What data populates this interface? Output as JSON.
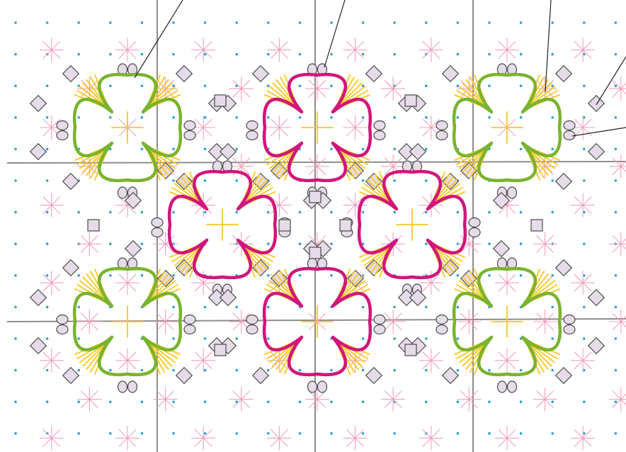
{
  "title": "",
  "colors": {
    "background": "#ffffff",
    "grid_dot": "#2f9fd8",
    "guide_line": "#8c8c8c",
    "star": "#f0a0c0",
    "ray": "#f8c81e",
    "green_motif": "#7ab32e",
    "magenta_motif": "#d0167a",
    "small_shape_fill": "#e6dbe8",
    "small_shape_stroke": "#4a4a4a",
    "pointer": "#222222"
  },
  "motifs": [
    {
      "kind": "green-quatrefoil",
      "col": 0,
      "row": 0
    },
    {
      "kind": "magenta-quatrefoil",
      "col": 1,
      "row": 0
    },
    {
      "kind": "green-quatrefoil",
      "col": 2,
      "row": 0
    },
    {
      "kind": "magenta-quatrefoil",
      "col": 0.5,
      "row": 0.5
    },
    {
      "kind": "magenta-quatrefoil",
      "col": 1.5,
      "row": 0.5
    },
    {
      "kind": "green-quatrefoil",
      "col": 0,
      "row": 1
    },
    {
      "kind": "magenta-quatrefoil",
      "col": 1,
      "row": 1
    },
    {
      "kind": "green-quatrefoil",
      "col": 2,
      "row": 1
    }
  ],
  "pointer_lines": [
    {
      "name": "pointer-line-green-motif"
    },
    {
      "name": "pointer-line-magenta-motif"
    },
    {
      "name": "pointer-line-yellow-ray"
    },
    {
      "name": "pointer-line-diamond"
    },
    {
      "name": "pointer-line-double-circle"
    }
  ]
}
